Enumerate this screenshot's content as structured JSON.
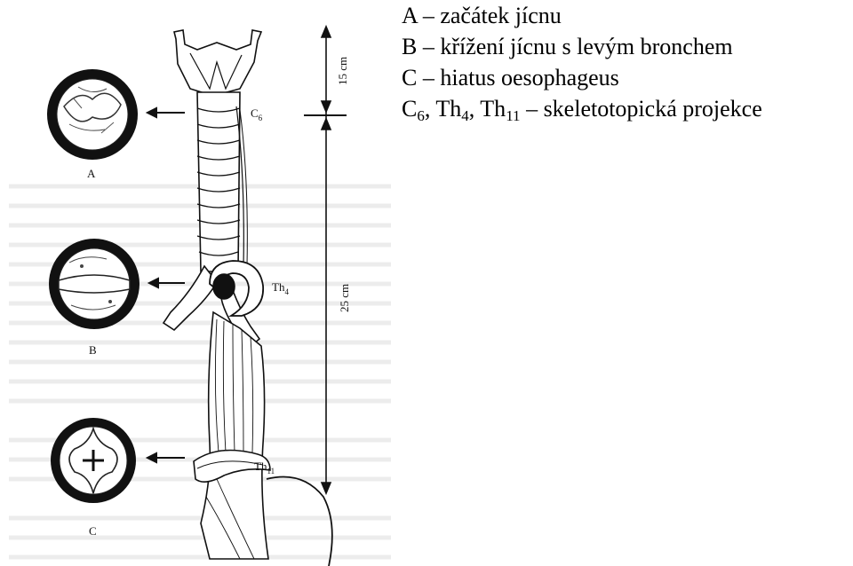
{
  "diagram": {
    "cross_sections": [
      {
        "id": "A",
        "caption": "A"
      },
      {
        "id": "B",
        "caption": "B"
      },
      {
        "id": "C",
        "caption": "C"
      }
    ],
    "level_labels": {
      "c6": {
        "main": "C",
        "sub": "6"
      },
      "th4": {
        "main": "Th",
        "sub": "4"
      },
      "th11": {
        "main": "Th",
        "sub": "11"
      }
    },
    "measurements": {
      "upper": "15 cm",
      "lower": "25 cm"
    }
  },
  "legend": {
    "a": "A – začátek jícnu",
    "b": "B – křížení jícnu s levým bronchem",
    "c": "C – hiatus oesophageus",
    "levels": {
      "c": "C",
      "c_sub": "6",
      "sep1": ", ",
      "th4": "Th",
      "th4_sub": "4",
      "sep2": ", ",
      "th11": "Th",
      "th11_sub": "11",
      "rest": " – skeletotopická projekce"
    }
  },
  "colors": {
    "ink": "#111111",
    "background": "#ffffff",
    "faded_text": "#d9d9d9"
  }
}
